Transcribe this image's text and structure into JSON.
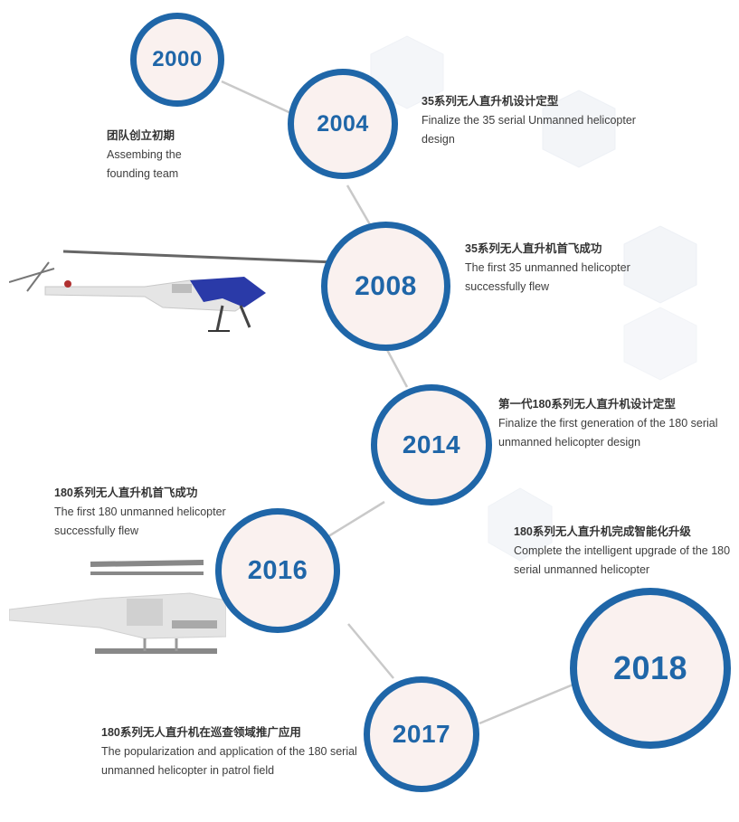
{
  "colors": {
    "accent": "#1f66a8",
    "node_fill": "#faf1ef",
    "connector": "#c9c9c9",
    "heli_body": "#e6e6e6",
    "heli_canopy": "#2a3aa8"
  },
  "milestones": [
    {
      "year": "2000",
      "cn": "团队创立初期",
      "en": "Assembing the founding team"
    },
    {
      "year": "2004",
      "cn": "35系列无人直升机设计定型",
      "en": "Finalize the 35 serial Unmanned helicopter design"
    },
    {
      "year": "2008",
      "cn": "35系列无人直升机首飞成功",
      "en": "The first 35 unmanned helicopter successfully flew"
    },
    {
      "year": "2014",
      "cn": "第一代180系列无人直升机设计定型",
      "en": "Finalize the first generation of the 180 serial unmanned helicopter design"
    },
    {
      "year": "2016",
      "cn": "180系列无人直升机首飞成功",
      "en": "The first 180 unmanned helicopter successfully flew"
    },
    {
      "year": "2017",
      "cn": "180系列无人直升机在巡查领域推广应用",
      "en": "The popularization and application of the 180 serial unmanned helicopter in patrol field"
    },
    {
      "year": "2018",
      "cn": "180系列无人直升机完成智能化升级",
      "en": "Complete the intelligent upgrade of the 180 serial unmanned helicopter"
    }
  ]
}
